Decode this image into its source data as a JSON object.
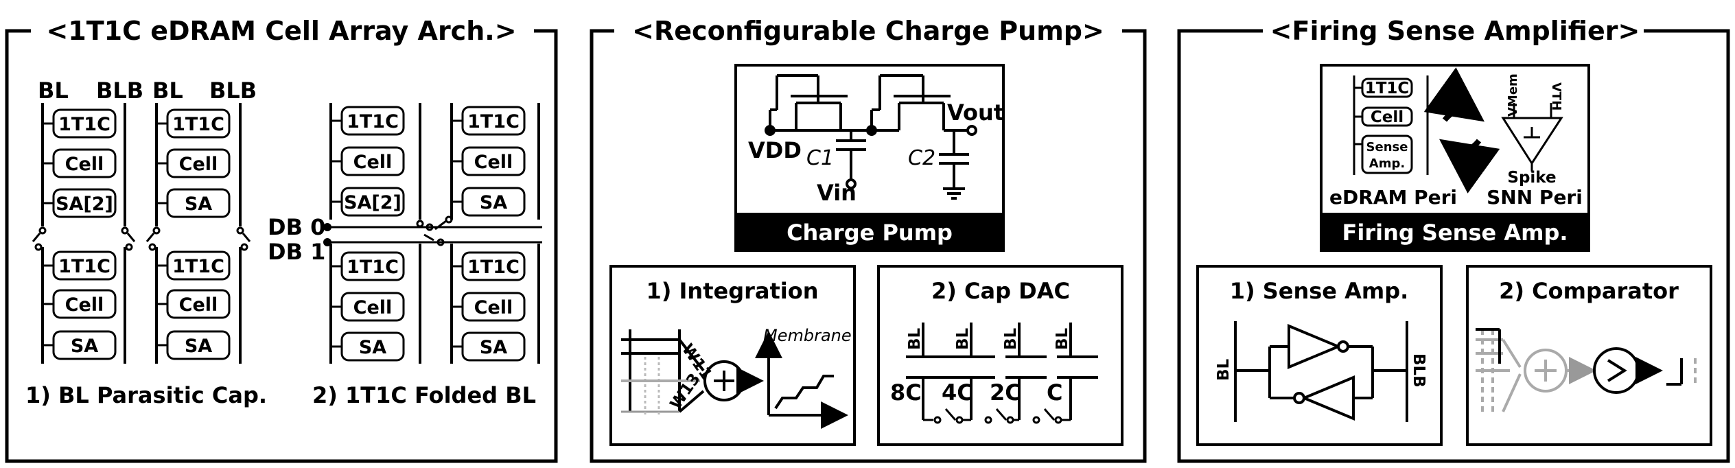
{
  "panels": {
    "edram": {
      "title": "<1T1C eDRAM Cell Array Arch.>",
      "bl": "BL",
      "blb": "BLB",
      "cell_1t1c": "1T1C",
      "cell": "Cell",
      "sa": "SA",
      "sa_ref": "SA[2]",
      "db0": "DB 0",
      "db1": "DB 1",
      "sub1": "1) BL Parasitic Cap.",
      "sub2": "2) 1T1C Folded BL"
    },
    "pump": {
      "title": "<Reconfigurable Charge Pump>",
      "vdd": "VDD",
      "vout": "Vout",
      "vin": "Vin",
      "c1": "C1",
      "c2": "C2",
      "banner": "Charge Pump",
      "sub1_title": "1) Integration",
      "w11": "W11",
      "w13": "W13",
      "membrane": "Membrane",
      "sub2_title": "2) Cap DAC",
      "bl": "BL",
      "caps": [
        "8C",
        "4C",
        "2C",
        "C"
      ]
    },
    "fsa": {
      "title": "<Firing Sense Amplifier>",
      "cell_1t1c": "1T1C",
      "cell": "Cell",
      "sense": "Sense",
      "amp": "Amp.",
      "vmem": "VMem",
      "vth": "VTH",
      "spike": "Spike",
      "edram_peri": "eDRAM Peri",
      "snn_peri": "SNN Peri",
      "banner": "Firing Sense Amp.",
      "sub1_title": "1) Sense Amp.",
      "bl": "BL",
      "blb": "BLB",
      "sub2_title": "2) Comparator"
    }
  }
}
